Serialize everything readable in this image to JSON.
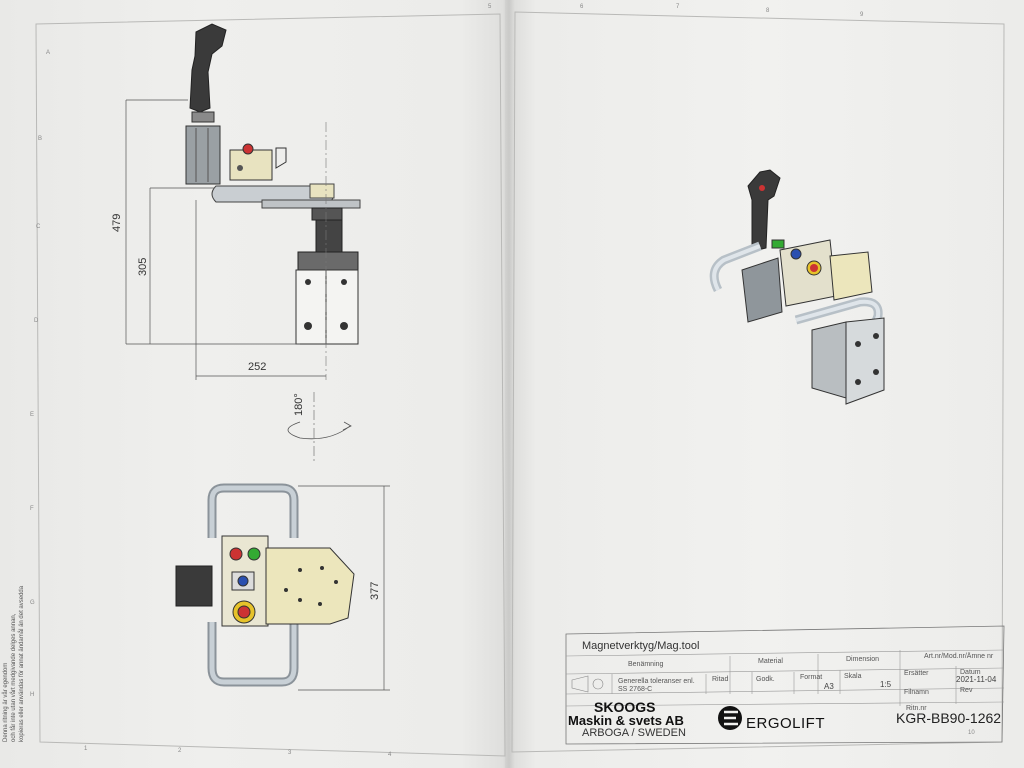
{
  "drawing": {
    "title": "Magnetverktyg/Mag.tool",
    "field_labels": {
      "benamning": "Benämning",
      "material": "Material",
      "dimension": "Dimension",
      "art_nr": "Art.nr/Mod.nr/Ämne nr",
      "ritad": "Ritad",
      "godk": "Godk.",
      "format": "Format",
      "skala": "Skala",
      "ersatter": "Ersätter",
      "datum": "Datum",
      "filnamn": "Filnamn",
      "rev": "Rev",
      "ritn_nr": "Ritn.nr"
    },
    "tolerance_note": [
      "Generella toleranser enl.",
      "SS 2768-C"
    ],
    "format": "A3",
    "scale": "1:5",
    "date": "2021-11-04",
    "drawing_number": "KGR-BB90-1262",
    "company": {
      "name_line1": "SKOOGS",
      "name_line2": "Maskin & svets AB",
      "location": "ARBOGA / SWEDEN",
      "brand": "ERGOLIFT"
    }
  },
  "dimensions": {
    "height_total": "479",
    "height_lower": "305",
    "width": "252",
    "rotation": "180°",
    "bottom_view_height": "377"
  },
  "border": {
    "columns": [
      "1",
      "2",
      "3",
      "4",
      "5",
      "6",
      "7",
      "8",
      "9",
      "10"
    ],
    "rows": [
      "A",
      "B",
      "C",
      "D",
      "E",
      "F",
      "G",
      "H"
    ]
  },
  "side_note": [
    "Denna ritning är vår egendom",
    "och får inte utan vårt medgivande delges annan,",
    "kopieras eller användas för annat ändamål än det avsedda"
  ]
}
